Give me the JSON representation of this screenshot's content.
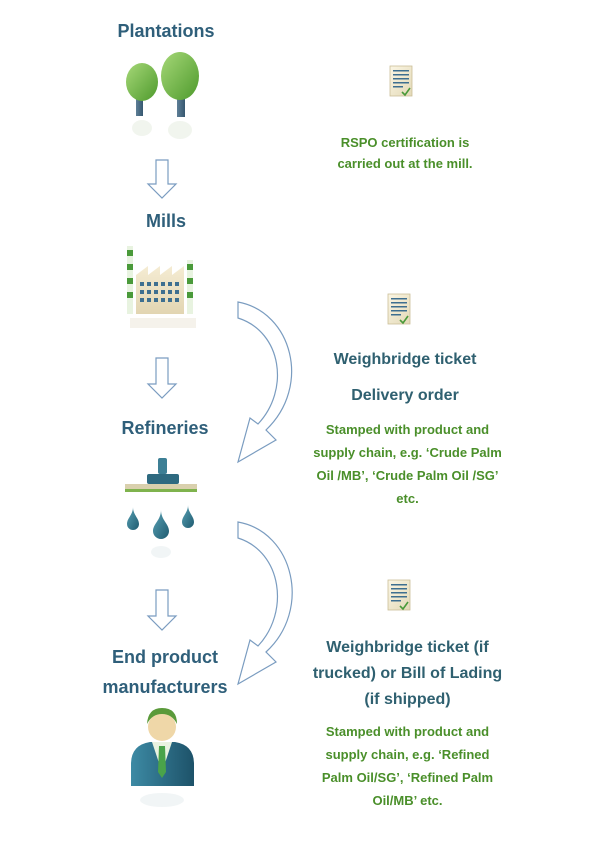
{
  "stages": [
    {
      "title": "Plantations",
      "icon": "tree-icon"
    },
    {
      "title": "Mills",
      "icon": "factory-icon"
    },
    {
      "title": "Refineries",
      "icon": "refinery-icon"
    },
    {
      "title_lines": [
        "End product",
        "manufacturers"
      ],
      "icon": "manufacturer-person-icon"
    }
  ],
  "documents": [
    {
      "icon": "document-icon",
      "lines": [
        "RSPO certification is",
        "carried out at the mill."
      ]
    },
    {
      "icon": "document-icon",
      "heading_lines": [
        "Weighbridge ticket",
        "Delivery order"
      ],
      "lines": [
        "Stamped with product and",
        "supply chain, e.g. ‘Crude Palm",
        "Oil /MB’, ‘Crude Palm Oil /SG’",
        "etc."
      ]
    },
    {
      "icon": "document-icon",
      "heading_lines": [
        "Weighbridge ticket (if",
        "trucked) or Bill of Lading",
        "(if shipped)"
      ],
      "lines": [
        "Stamped with  product and",
        "supply chain, e.g. ‘Refined",
        "Palm Oil/SG’, ‘Refined Palm",
        "Oil/MB’ etc."
      ]
    }
  ],
  "colors": {
    "title": "#2f5f7a",
    "green_text": "#4a8f2a",
    "teal_text": "#2f6070",
    "arrow_stroke": "#7a9cc0",
    "tree_green": "#6bb33f",
    "factory_stripe": "#4a9a3a"
  }
}
